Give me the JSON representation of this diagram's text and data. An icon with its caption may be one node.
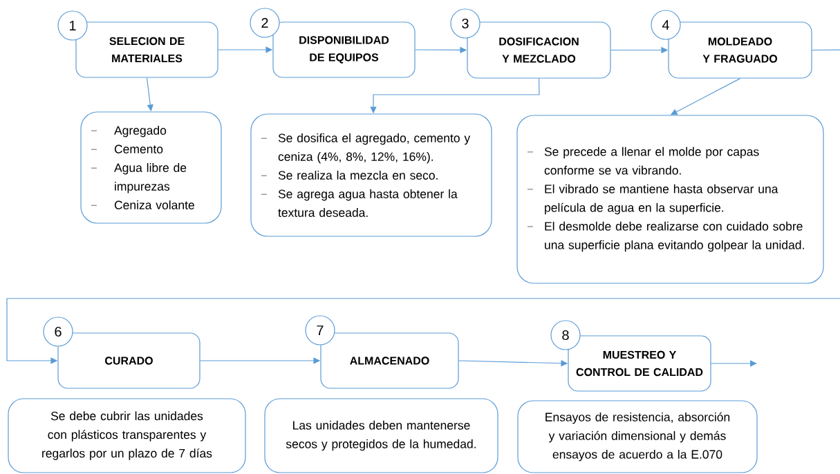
{
  "diagram": {
    "nodes": [
      {
        "text": [
          "1"
        ]
      },
      {
        "text": [
          "SELECION DE MATERIALES"
        ]
      },
      {
        "text": [
          "Agregado",
          "Cemento",
          "Agua libre de impurezas",
          "Ceniza volante"
        ]
      },
      {
        "text": [
          "2"
        ]
      },
      {
        "text": [
          "DISPONIBILIDAD DE EQUIPOS"
        ]
      },
      {
        "text": [
          "3"
        ]
      },
      {
        "text": [
          "DOSIFICACION Y MEZCLADO"
        ]
      },
      {
        "text": [
          "Se dosifica el agregado, cemento y ceniza (4%, 8%, 12%, 16%).",
          "Se realiza la mezcla en seco.",
          "Se agrega agua hasta obtener la textura deseada."
        ]
      },
      {
        "text": [
          "4"
        ]
      },
      {
        "text": [
          "MOLDEADO Y FRAGUADO"
        ]
      },
      {
        "text": [
          "Se precede a llenar el molde por capas conforme se va vibrando.",
          "El vibrado se mantiene hasta observar una película de agua en la superficie.",
          "El desmolde debe realizarse con cuidado sobre una superficie plana evitando golpear la unidad."
        ]
      },
      {
        "text": [
          "6"
        ]
      },
      {
        "text": [
          "CURADO"
        ]
      },
      {
        "text": [
          "Se debe cubrir las unidades con plásticos transparentes y regarlos por un plazo de 7 días"
        ]
      },
      {
        "text": [
          "7"
        ]
      },
      {
        "text": [
          "ALMACENADO"
        ]
      },
      {
        "text": [
          "Las unidades deben mantenerse secos y protegidos de la humedad."
        ]
      },
      {
        "text": [
          "8"
        ]
      },
      {
        "text": [
          "MUESTREO Y CONTROL DE CALIDAD"
        ]
      },
      {
        "text": [
          "Ensayos de resistencia, absorción y variación dimensional y demás ensayos de acuerdo a la E.070"
        ]
      }
    ],
    "edges": [
      {
        "from": 1,
        "to": 4,
        "arrow": "to"
      },
      {
        "from": 4,
        "to": 6,
        "arrow": "to"
      },
      {
        "from": 6,
        "to": 9,
        "arrow": "to"
      },
      {
        "from": 1,
        "to": 2,
        "arrow": "to"
      },
      {
        "from": 6,
        "to": 7,
        "arrow": "to"
      },
      {
        "from": 9,
        "to": 10,
        "arrow": "to"
      },
      {
        "from": 9,
        "to": 12,
        "arrow": "to"
      },
      {
        "from": 12,
        "to": 15,
        "arrow": "to"
      },
      {
        "from": 15,
        "to": 18,
        "arrow": "to"
      },
      {
        "from": 18,
        "to": null,
        "arrow": "to"
      }
    ]
  }
}
